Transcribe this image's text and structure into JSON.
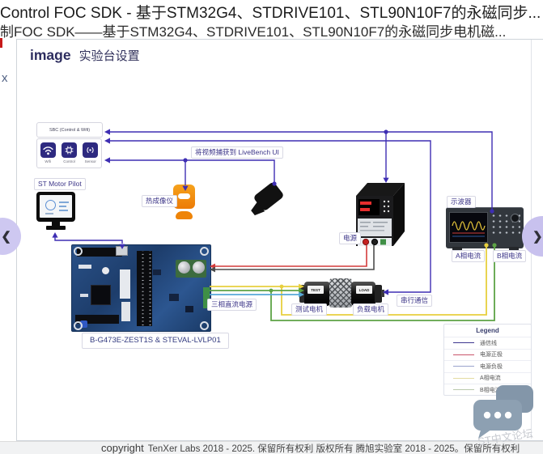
{
  "window": {
    "title_line1": "Control FOC SDK - 基于STM32G4、STDRIVE101、STL90N10F7的永磁同步...",
    "title_line2": "制FOC SDK——基于STM32G4、STDRIVE101、STL90N10F7的永磁同步电机磁..."
  },
  "panel": {
    "close_label": "x",
    "heading_prefix": "image",
    "heading_title": "实验台设置"
  },
  "diagram": {
    "sbc": {
      "title": "SBC (Control & Wifi)",
      "icons": [
        {
          "id": "wifi",
          "label": "Wifi"
        },
        {
          "id": "control",
          "label": "Control"
        },
        {
          "id": "sensor",
          "label": "Sensor"
        }
      ]
    },
    "labels": {
      "st_motor_pilot": "ST Motor Pilot",
      "thermal_camera": "热成像仪",
      "livebench": "将视频捕获到 LiveBench UI",
      "power_supply": "电源",
      "oscilloscope": "示波器",
      "phase_a_current": "A相电流",
      "phase_b_current": "B相电流",
      "three_phase_dc": "三相直流电源",
      "test_motor": "测试电机",
      "load_motor": "负载电机",
      "serial_comm": "串行通信",
      "board": "B-G473E-ZEST1S & STEVAL-LVLP01"
    },
    "motors": {
      "test": "TEST",
      "load": "LOAD"
    },
    "legend": {
      "title": "Legend",
      "items": [
        {
          "label": "通信线",
          "color": "#3e3790"
        },
        {
          "label": "电源正极",
          "color": "#c9556b"
        },
        {
          "label": "电源负极",
          "color": "#9aa3cc"
        },
        {
          "label": "A相电流",
          "color": "#e3dca2"
        },
        {
          "label": "B相电流",
          "color": "#b9c9ad"
        }
      ]
    },
    "wire_colors": {
      "communication": "#3e2eb3",
      "power_positive": "#d43c3c",
      "power_negative": "#4d4d4d",
      "phase_a": "#e7cf3e",
      "phase_b": "#5da345",
      "phase_c": "#57a8d8"
    }
  },
  "footer": {
    "copyright_word": "copyright",
    "text": "TenXer Labs 2018 - 2025. 保留所有权利 版权所有 腾旭实验室 2018 - 2025。保留所有权利"
  },
  "watermark": "ST中文论坛"
}
